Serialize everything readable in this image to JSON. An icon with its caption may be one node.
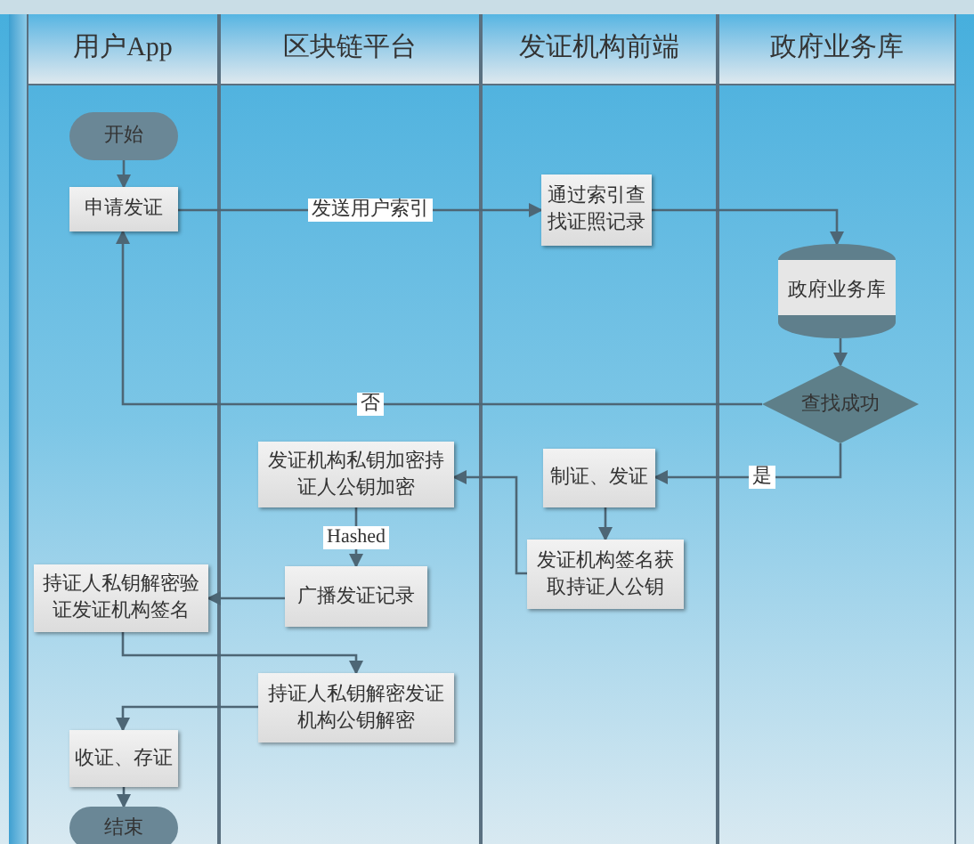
{
  "diagram": {
    "nodes": [
      {
        "text": [
          "用户App"
        ]
      },
      {
        "text": [
          "区块链平台"
        ]
      },
      {
        "text": [
          "发证机构前端"
        ]
      },
      {
        "text": [
          "政府业务库"
        ]
      },
      {
        "text": [
          "开始"
        ],
        "in": 0
      },
      {
        "text": [
          "申请发证"
        ],
        "in": 0
      },
      {
        "text": [
          "通过索引查找证照记录"
        ],
        "in": 2
      },
      {
        "text": [
          "政府业务库"
        ],
        "in": 3
      },
      {
        "text": [
          "查找成功"
        ],
        "in": 3
      },
      {
        "text": [
          "制证、发证"
        ],
        "in": 2
      },
      {
        "text": [
          "发证机构私钥加密持证人公钥加密"
        ],
        "in": 1
      },
      {
        "text": [
          "发证机构签名获取持证人公钥"
        ],
        "in": 2
      },
      {
        "text": [
          "广播发证记录"
        ],
        "in": 1
      },
      {
        "text": [
          "持证人私钥解密验证发证机构签名"
        ],
        "in": 0
      },
      {
        "text": [
          "持证人私钥解密发证机构公钥解密"
        ],
        "in": 1
      },
      {
        "text": [
          "收证、存证"
        ],
        "in": 0
      },
      {
        "text": [
          "结束"
        ],
        "in": 0
      }
    ],
    "edges": [
      {
        "from": 4,
        "to": 5,
        "arrow": "to"
      },
      {
        "from": 5,
        "to": 6,
        "arrow": "to",
        "label": "发送用户索引"
      },
      {
        "from": 6,
        "to": 7,
        "arrow": "to"
      },
      {
        "from": 7,
        "to": 8,
        "arrow": "to"
      },
      {
        "from": 8,
        "to": 5,
        "arrow": "to",
        "label": "否"
      },
      {
        "from": 8,
        "to": 9,
        "arrow": "to",
        "label": "是"
      },
      {
        "from": 9,
        "to": 11,
        "arrow": "to"
      },
      {
        "from": 11,
        "to": 10,
        "arrow": "to"
      },
      {
        "from": 10,
        "to": 12,
        "arrow": "to",
        "label": "Hashed"
      },
      {
        "from": 12,
        "to": 13,
        "arrow": "to"
      },
      {
        "from": 13,
        "to": 14,
        "arrow": "to"
      },
      {
        "from": 14,
        "to": 15,
        "arrow": "to"
      },
      {
        "from": 15,
        "to": 16,
        "arrow": "to"
      }
    ]
  }
}
